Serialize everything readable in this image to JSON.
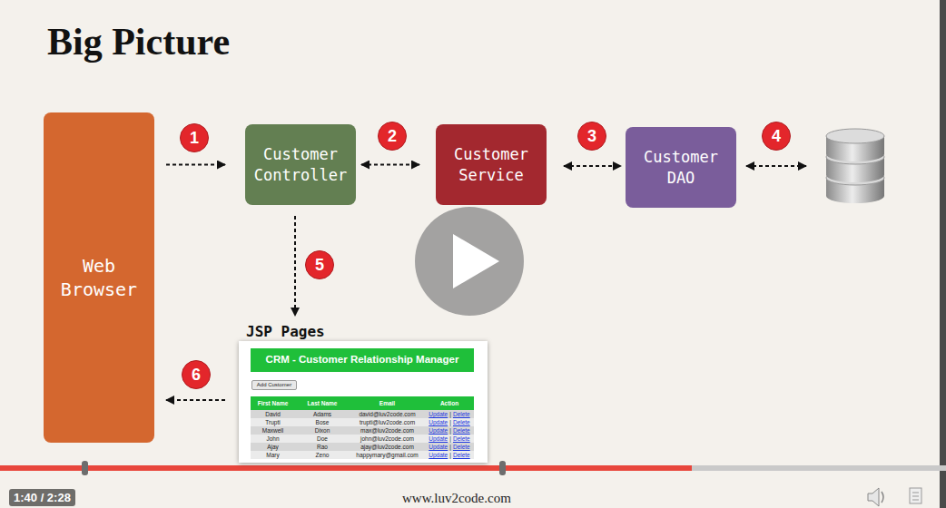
{
  "diagram": {
    "title": "Big Picture",
    "nodes": [
      {
        "text": [
          "Web Browser"
        ]
      },
      {
        "text": [
          "Customer Controller"
        ]
      },
      {
        "text": [
          "Customer Service"
        ]
      },
      {
        "text": [
          "Customer DAO"
        ]
      },
      {
        "text": [
          "JSP Pages"
        ]
      },
      {
        "text": [
          "CRM - Customer Relationship Manager"
        ],
        "in": 4
      },
      {
        "text": [
          "Add Customer"
        ],
        "in": 4
      }
    ],
    "edges": [
      {
        "from": 0,
        "to": 1,
        "arrow": "to"
      },
      {
        "from": 1,
        "to": 2,
        "arrow": "both"
      },
      {
        "from": 2,
        "to": 3,
        "arrow": "both"
      },
      {
        "from": 1,
        "to": 4,
        "arrow": "to"
      },
      {
        "from": 4,
        "to": 0,
        "arrow": "to"
      }
    ],
    "labels": [
      "1",
      "2",
      "3",
      "4",
      "5",
      "6",
      "First Name",
      "Last Name",
      "Email",
      "Action",
      "David",
      "Adams",
      "david@luv2code.com",
      "Update",
      "|",
      "Delete",
      "Trupti",
      "Bose",
      "trupti@luv2code.com",
      "Update",
      "|",
      "Delete",
      "Maxwell",
      "Dixon",
      "max@luv2code.com",
      "Update",
      "|",
      "Delete",
      "John",
      "Doe",
      "john@luv2code.com",
      "Update",
      "|",
      "Delete",
      "Ajay",
      "Rao",
      "ajay@luv2code.com",
      "Update",
      "|",
      "Delete",
      "Mary",
      "Zeno",
      "happymary@gmail.com",
      "Update",
      "|",
      "Delete",
      "1:40 / 2:28",
      "www.luv2code.com"
    ]
  }
}
